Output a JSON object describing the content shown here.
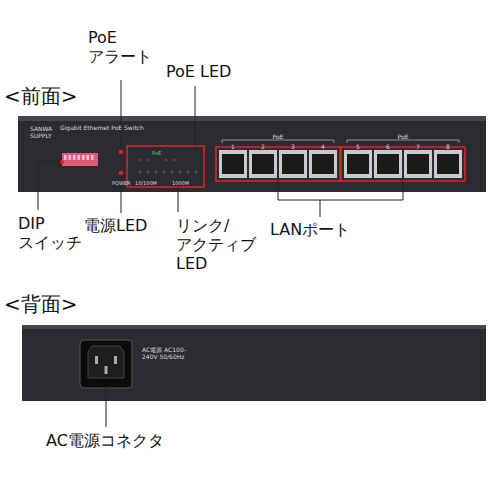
{
  "diagram": {
    "labels": [
      "<前面>",
      "PoE アラート",
      "PoE LED",
      "SANWA SUPPLY",
      "Gigabit Ethernet PoE Switch",
      "POWER",
      "PoE",
      "10/100M",
      "1000M",
      "PoE",
      "PoE",
      "1",
      "2",
      "3",
      "4",
      "5",
      "6",
      "7",
      "8",
      "DIP スイッチ",
      "電源LED",
      "リンク/ アクティブ LED",
      "LANポート",
      "<背面>",
      "AC電源 AC100-240V 50/60Hz",
      "AC電源コネクタ"
    ]
  }
}
